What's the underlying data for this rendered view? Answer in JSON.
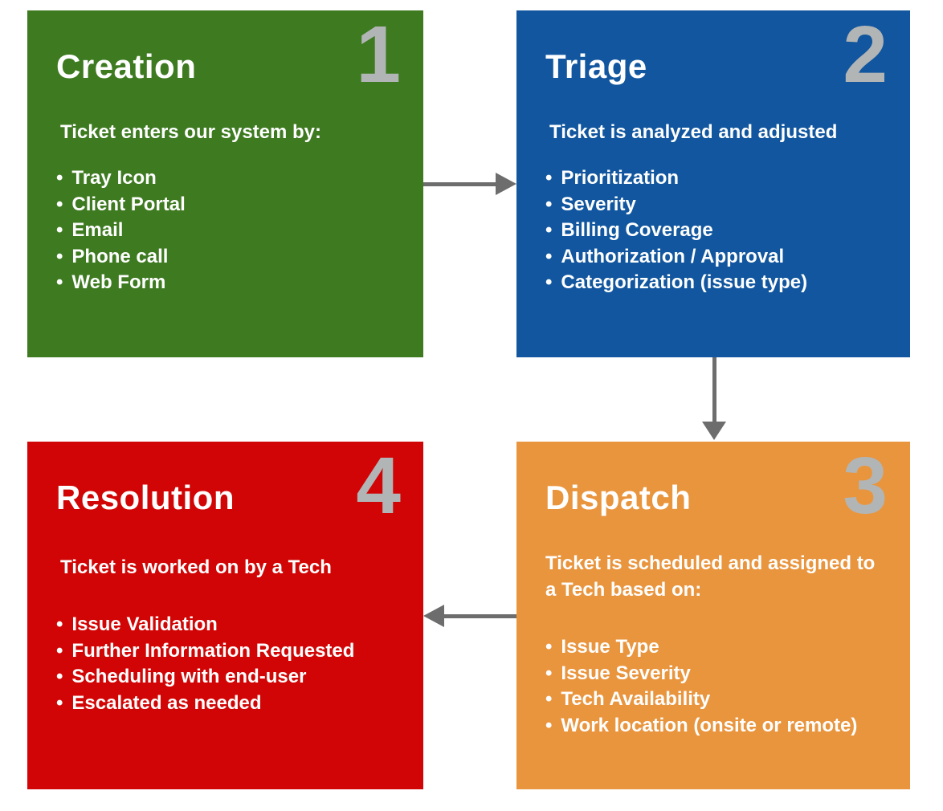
{
  "colors": {
    "creation_bg": "#3d7a20",
    "triage_bg": "#11569e",
    "dispatch_bg": "#e9953e",
    "resolution_bg": "#d10505",
    "number_gray": "#b2b5b5",
    "arrow_gray": "#6d6d6d",
    "text_white": "#ffffff",
    "page_bg": "#ffffff"
  },
  "boxes": [
    {
      "id": "creation",
      "title": "Creation",
      "number": "1",
      "subtitle": "Ticket enters our system by:",
      "bullets": [
        "Tray Icon",
        "Client Portal",
        "Email",
        "Phone call",
        "Web Form"
      ]
    },
    {
      "id": "triage",
      "title": "Triage",
      "number": "2",
      "subtitle": "Ticket is analyzed and adjusted",
      "bullets": [
        "Prioritization",
        "Severity",
        "Billing Coverage",
        "Authorization / Approval",
        "Categorization (issue type)"
      ]
    },
    {
      "id": "dispatch",
      "title": "Dispatch",
      "number": "3",
      "subtitle": "Ticket is scheduled and assigned to a Tech based on:",
      "bullets": [
        "Issue Type",
        "Issue Severity",
        "Tech Availability",
        "Work location (onsite or remote)"
      ]
    },
    {
      "id": "resolution",
      "title": "Resolution",
      "number": "4",
      "subtitle": "Ticket is worked on by a Tech",
      "bullets": [
        "Issue Validation",
        "Further Information Requested",
        "Scheduling with end-user",
        "Escalated as needed"
      ]
    }
  ],
  "arrows": [
    {
      "id": "creation-to-triage",
      "direction": "right"
    },
    {
      "id": "triage-to-dispatch",
      "direction": "down"
    },
    {
      "id": "dispatch-to-resolution",
      "direction": "left"
    }
  ]
}
